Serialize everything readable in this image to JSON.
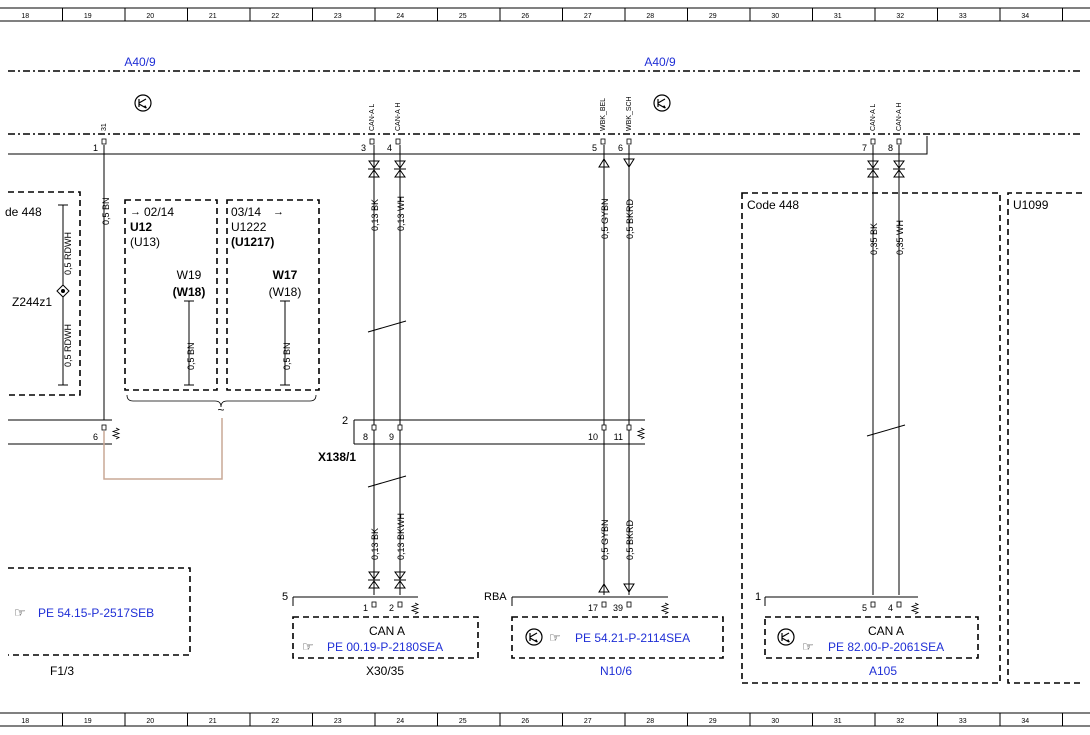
{
  "grid": [
    "18",
    "19",
    "20",
    "21",
    "22",
    "23",
    "24",
    "25",
    "26",
    "27",
    "28",
    "29",
    "30",
    "31",
    "32",
    "33",
    "34"
  ],
  "module_label": "A40/9",
  "pin_labels": {
    "p31": "31",
    "can_l": "CAN-A L",
    "can_h": "CAN-A H",
    "wbk_bel": "WBK_BEL",
    "wbk_sch": "WBK_SCH"
  },
  "pins": [
    "1",
    "3",
    "4",
    "5",
    "6",
    "7",
    "8"
  ],
  "wires": {
    "bn": "0,5 BN",
    "rdwh": "0,5 RDWH",
    "bk013": "0,13 BK",
    "wh013": "0,13 WH",
    "bkwh013": "0,13 BKWH",
    "gybn": "0,5 GYBN",
    "bkrd": "0,5 BKRD",
    "bk035": "0,35 BK",
    "wh035": "0,35 WH"
  },
  "boxes": {
    "code448_left": "de 448",
    "z244": "Z244z1",
    "box1": {
      "range": "02/14",
      "id": "U12",
      "alt": "(U13)",
      "w": "W19",
      "wb": "(W18)"
    },
    "box2": {
      "range": "03/14",
      "id": "U1222",
      "alt": "(U1217)",
      "w": "W17",
      "wb": "(W18)"
    },
    "code448_right": "Code 448",
    "u1099": "U1099"
  },
  "connector": {
    "name": "X138/1",
    "count": "2",
    "pins": [
      "6",
      "8",
      "9",
      "10",
      "11"
    ]
  },
  "bottom": {
    "f13": {
      "ref": "PE 54.15-P-2517SEB",
      "label": "F1/3"
    },
    "x30": {
      "count": "5",
      "pins": [
        "1",
        "2"
      ],
      "title": "CAN A",
      "ref": "PE 00.19-P-2180SEA",
      "label": "X30/35"
    },
    "n106": {
      "count": "RBA",
      "pins": [
        "17",
        "39"
      ],
      "ref": "PE 54.21-P-2114SEA",
      "label": "N10/6"
    },
    "a105": {
      "count": "1",
      "pins": [
        "5",
        "4"
      ],
      "title": "CAN A",
      "ref": "PE 82.00-P-2061SEA",
      "label": "A105"
    }
  }
}
